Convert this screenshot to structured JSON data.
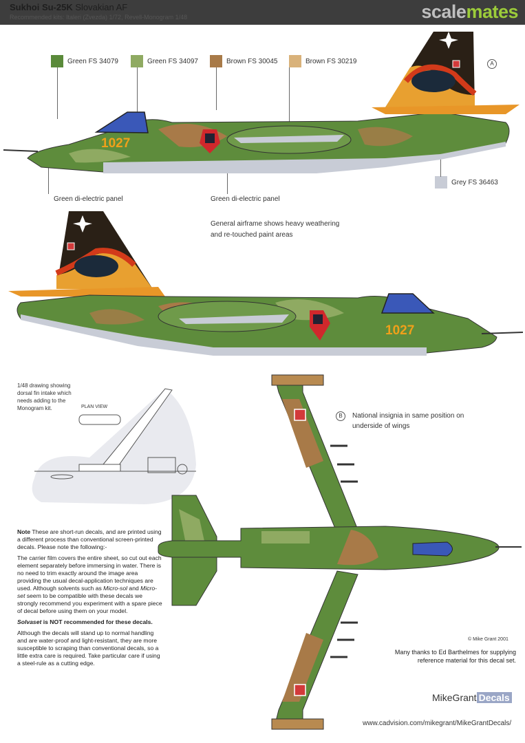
{
  "header": {
    "title_bold": "Sukhoi Su-25K",
    "title_rest": " Slovakian AF",
    "subtitle": "Recommended kits: Italeri (Zvezda) 1/72, Revell-Monogram 1/48",
    "logo_a": "scale",
    "logo_b": "mates"
  },
  "swatches": [
    {
      "label": "Green FS 34079",
      "color": "#5a8a3a"
    },
    {
      "label": "Green FS 34097",
      "color": "#8faa62"
    },
    {
      "label": "Brown FS 30045",
      "color": "#a87a48"
    },
    {
      "label": "Brown FS 30219",
      "color": "#d9b27a"
    },
    {
      "label": "Grey FS 36463",
      "color": "#c8ccd6"
    }
  ],
  "callouts": {
    "green_panel_nose": "Green di-electric panel",
    "green_panel_mid": "Green di-electric panel",
    "weathering": "General airframe shows heavy weathering and re-touched paint areas",
    "marker_a": "A",
    "marker_b": "B",
    "national_insignia": "National insignia in same position on underside of wings",
    "side_number_top": "1027",
    "side_number_bottom": "1027",
    "drawing_note": "1/48 drawing showing dorsal fin intake which needs adding to the Monogram kit.",
    "plan_view": "PLAN VIEW"
  },
  "note": {
    "intro_bold": "Note",
    "intro_text": " These are short-run decals, and are printed using a different process than conventional screen-printed decals. Please note the following:-",
    "p1_a": "The carrier film covers the entire sheet, so cut out each element separately before immersing in water. There is no need to trim exactly around the image area providing the usual decal-application techniques are used. Although solvents such as ",
    "p1_i1": "Micro-sol",
    "p1_b": " and ",
    "p1_i2": "Micro-set",
    "p1_c": " seem to be compatible with these decals we strongly recommend you experiment with a spare piece of decal before using them on your model.",
    "p2_bi": "Solvaset",
    "p2_b": " is NOT recommended for these decals.",
    "p3": "Although the decals will stand up to normal handling and are water-proof and light-resistant, they are more susceptible to scraping than conventional decals, so a little extra care is required. Take particular care if using a steel-rule as a cutting edge."
  },
  "footer": {
    "copyright": "© Mike Grant 2001",
    "thanks": "Many thanks to Ed Barthelmes for supplying reference material for this decal set.",
    "brand_a": "MikeGrant",
    "brand_b": "Decals",
    "url": "www.cadvision.com/mikegrant/MikeGrantDecals/"
  }
}
